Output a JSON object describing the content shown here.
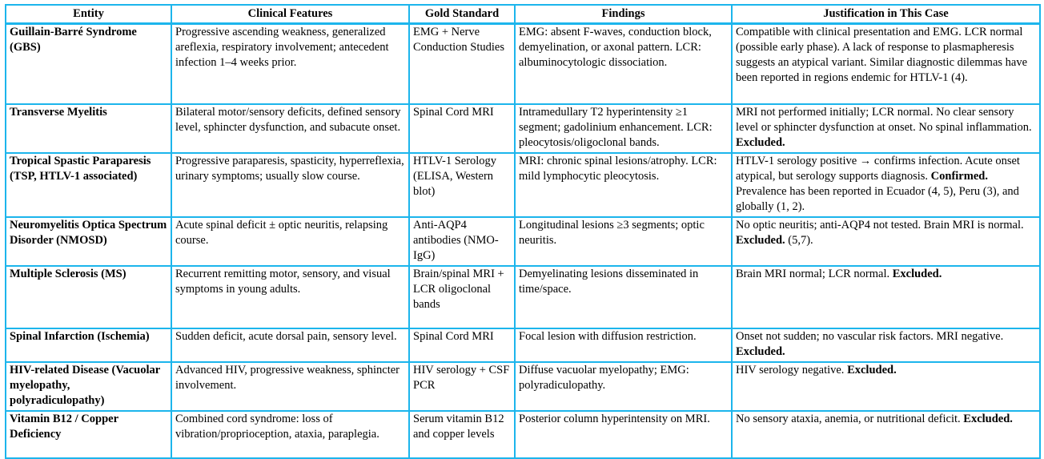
{
  "table": {
    "border_color": "#1cb5ec",
    "text_color": "#000000",
    "headers": [
      "Entity",
      "Clinical Features",
      "Gold Standard",
      "Findings",
      "Justification in This Case"
    ],
    "rows": [
      {
        "entity": "Guillain-Barré Syndrome (GBS)",
        "clinical_features": "Progressive ascending weakness, generalized areflexia, respiratory involvement; antecedent infection 1–4 weeks prior.",
        "gold_standard": "EMG + Nerve Conduction Studies",
        "findings": "EMG: absent F-waves, conduction block, demyelination, or axonal pattern. LCR: albuminocytologic dissociation.",
        "justification": [
          {
            "text": "Compatible with clinical presentation and EMG. LCR normal (possible early phase). A lack of response to plasmapheresis suggests an atypical variant. Similar diagnostic dilemmas have been reported in regions endemic for HTLV-1 (4).",
            "bold": false
          }
        ]
      },
      {
        "entity": "Transverse Myelitis",
        "clinical_features": "Bilateral motor/sensory deficits, defined sensory level, sphincter dysfunction, and subacute onset.",
        "gold_standard": "Spinal Cord MRI",
        "findings": "Intramedullary T2 hyperintensity ≥1 segment; gadolinium enhancement. LCR: pleocytosis/oligoclonal bands.",
        "justification": [
          {
            "text": "MRI not performed initially; LCR normal. No clear sensory level or sphincter dysfunction at onset. No spinal inflammation. ",
            "bold": false
          },
          {
            "text": "Excluded.",
            "bold": true
          }
        ]
      },
      {
        "entity": "Tropical Spastic Paraparesis (TSP, HTLV-1 associated)",
        "clinical_features": "Progressive paraparesis, spasticity, hyperreflexia, urinary symptoms; usually slow course.",
        "gold_standard": "HTLV-1 Serology (ELISA, Western blot)",
        "findings": "MRI: chronic spinal lesions/atrophy. LCR: mild lymphocytic pleocytosis.",
        "justification": [
          {
            "text": "HTLV-1 serology positive → confirms infection. Acute onset atypical, but serology supports diagnosis. ",
            "bold": false
          },
          {
            "text": "Confirmed.",
            "bold": true
          },
          {
            "text": " Prevalence has been reported in Ecuador (4, 5), Peru (3), and globally (1, 2).",
            "bold": false
          }
        ]
      },
      {
        "entity": "Neuromyelitis Optica Spectrum Disorder (NMOSD)",
        "clinical_features": "Acute spinal deficit ± optic neuritis, relapsing course.",
        "gold_standard": "Anti-AQP4 antibodies (NMO-IgG)",
        "findings": "Longitudinal lesions ≥3 segments; optic neuritis.",
        "justification": [
          {
            "text": "No optic neuritis; anti-AQP4 not tested. Brain MRI is normal. ",
            "bold": false
          },
          {
            "text": "Excluded.",
            "bold": true
          },
          {
            "text": " (5,7).",
            "bold": false
          }
        ]
      },
      {
        "entity": "Multiple Sclerosis (MS)",
        "clinical_features": "Recurrent remitting motor, sensory, and visual symptoms in young adults.",
        "gold_standard": "Brain/spinal MRI + LCR oligoclonal bands",
        "findings": "Demyelinating lesions disseminated in time/space.",
        "justification": [
          {
            "text": "Brain MRI normal; LCR normal. ",
            "bold": false
          },
          {
            "text": "Excluded.",
            "bold": true
          }
        ]
      },
      {
        "entity": "Spinal Infarction (Ischemia)",
        "clinical_features": "Sudden deficit, acute dorsal pain, sensory level.",
        "gold_standard": "Spinal Cord MRI",
        "findings": "Focal lesion with diffusion restriction.",
        "justification": [
          {
            "text": "Onset not sudden; no vascular risk factors. MRI negative. ",
            "bold": false
          },
          {
            "text": "Excluded.",
            "bold": true
          }
        ]
      },
      {
        "entity": "HIV-related Disease (Vacuolar myelopathy, polyradiculopathy)",
        "clinical_features": "Advanced HIV, progressive weakness, sphincter involvement.",
        "gold_standard": "HIV serology + CSF PCR",
        "findings": "Diffuse vacuolar myelopathy; EMG: polyradiculopathy.",
        "justification": [
          {
            "text": "HIV serology negative. ",
            "bold": false
          },
          {
            "text": "Excluded.",
            "bold": true
          }
        ]
      },
      {
        "entity": "Vitamin B12 / Copper Deficiency",
        "clinical_features": "Combined cord syndrome: loss of vibration/proprioception, ataxia, paraplegia.",
        "gold_standard": "Serum vitamin B12 and copper levels",
        "findings": "Posterior column hyperintensity on MRI.",
        "justification": [
          {
            "text": "No sensory ataxia, anemia, or nutritional deficit. ",
            "bold": false
          },
          {
            "text": "Excluded.",
            "bold": true
          }
        ]
      }
    ]
  }
}
